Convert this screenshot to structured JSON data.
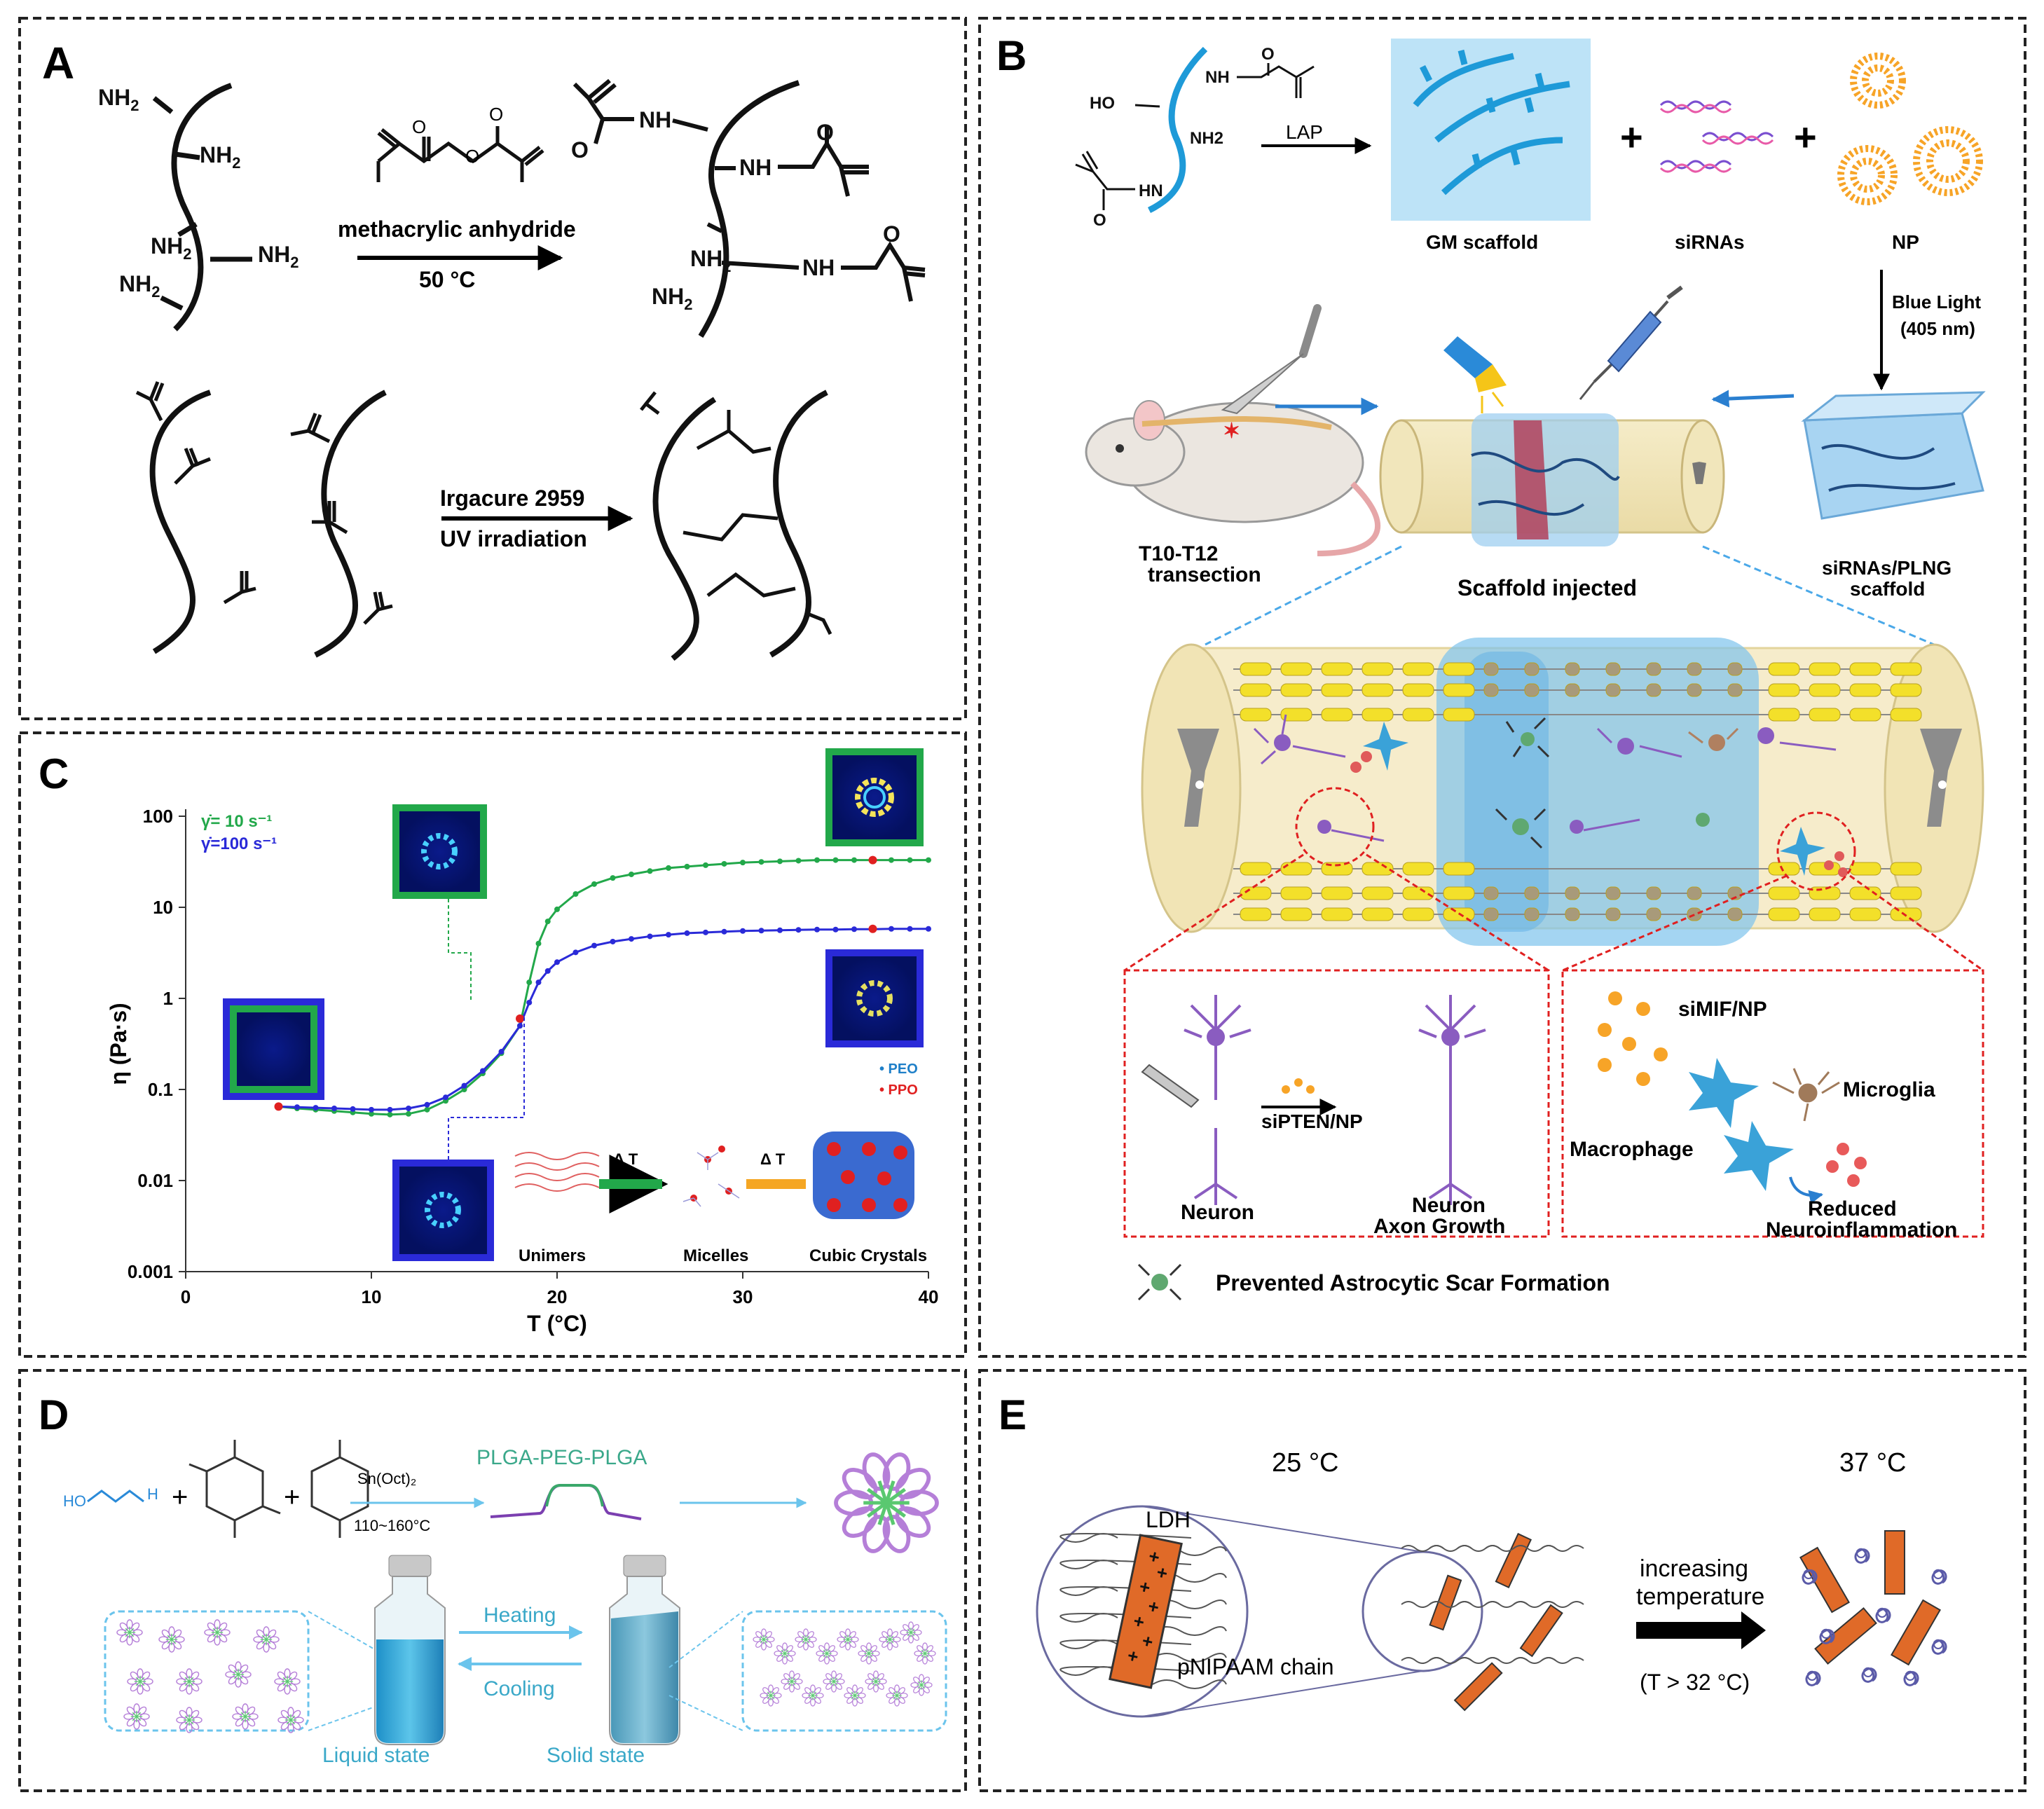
{
  "panels": {
    "A": {
      "label": "A",
      "amine": "NH",
      "sub2": "2",
      "nh": "NH",
      "o": "O",
      "reagent": "methacrylic anhydride",
      "temp": "50 °C",
      "initiator": "Irgacure 2959",
      "irradiation": "UV irradiation"
    },
    "B": {
      "label": "B",
      "ho": "HO",
      "nh": "NH",
      "nh2": "NH2",
      "hn": "HN",
      "o": "O",
      "lap": "LAP",
      "gm": "GM scaffold",
      "sirnas": "siRNAs",
      "np": "NP",
      "blue_light": "Blue Light",
      "wavelength": "(405 nm)",
      "transection_1": "T10-T12",
      "transection_2": "transection",
      "scaffold_injected": "Scaffold injected",
      "plng_1": "siRNAs/PLNG",
      "plng_2": "scaffold",
      "neuron": "Neuron",
      "sipten": "siPTEN/NP",
      "neuron2": "Neuron",
      "axon": "Axon Growth",
      "simif": "siMIF/NP",
      "microglia": "Microglia",
      "macrophage": "Macrophage",
      "reduced": "Reduced",
      "neuroinflammation": "Neuroinflammation",
      "astro": "Prevented Astrocytic Scar Formation"
    },
    "C": {
      "label": "C",
      "unimers": "Unimers",
      "micelles": "Micelles",
      "cubic": "Cubic Crystals",
      "delta_t": "Δ T"
    },
    "D": {
      "label": "D",
      "catalyst": "Sn(Oct)₂",
      "temp": "110~160°C",
      "copolymer": "PLGA-PEG-PLGA",
      "heating": "Heating",
      "cooling": "Cooling",
      "liquid": "Liquid state",
      "solid": "Solid state",
      "peg_ho": "HO",
      "peg_h": "H"
    },
    "E": {
      "label": "E",
      "t25": "25 °C",
      "t37": "37 °C",
      "ldh": "LDH",
      "chain": "pNIPAAM chain",
      "increasing": "increasing",
      "temperature": "temperature",
      "condition": "(T > 32 °C)"
    }
  },
  "chart_data": {
    "type": "line",
    "xlabel": "T (°C)",
    "ylabel": "η (Pa·s)",
    "xlim": [
      0,
      40
    ],
    "ylim": [
      0.001,
      100
    ],
    "y_scale": "log",
    "x_ticks": [
      "0",
      "10",
      "20",
      "30",
      "40"
    ],
    "y_ticks": [
      "0.001",
      "0.01",
      "0.1",
      "1",
      "10",
      "100"
    ],
    "legend_top_left": [
      "γ̇= 10 s⁻¹",
      "γ̇=100 s⁻¹"
    ],
    "legend_bottom_right": [
      "• PEO",
      "• PPO"
    ],
    "colors": {
      "s10": "#22a84a",
      "s100": "#2a2ad8",
      "peo": "#1e7fc8",
      "ppo": "#e02020"
    },
    "x": [
      5,
      6,
      7,
      8,
      9,
      10,
      11,
      12,
      13,
      14,
      15,
      16,
      17,
      18,
      18.5,
      19,
      19.5,
      20,
      21,
      22,
      23,
      24,
      25,
      26,
      27,
      28,
      29,
      30,
      31,
      32,
      33,
      34,
      35,
      36,
      37,
      38,
      39,
      40
    ],
    "series": [
      {
        "name": "γ̇= 10 s⁻¹",
        "values": [
          0.065,
          0.062,
          0.06,
          0.058,
          0.056,
          0.054,
          0.053,
          0.054,
          0.06,
          0.075,
          0.1,
          0.15,
          0.25,
          0.5,
          1.5,
          4,
          7,
          9.5,
          14,
          18,
          21,
          23,
          25,
          27,
          28,
          29,
          30,
          31,
          31.5,
          32,
          32.5,
          33,
          33,
          33,
          33,
          33,
          33,
          33
        ]
      },
      {
        "name": "γ̇=100 s⁻¹",
        "values": [
          0.065,
          0.064,
          0.063,
          0.062,
          0.061,
          0.06,
          0.06,
          0.062,
          0.068,
          0.082,
          0.11,
          0.16,
          0.26,
          0.5,
          0.9,
          1.5,
          2.0,
          2.5,
          3.2,
          3.8,
          4.2,
          4.5,
          4.8,
          5.0,
          5.2,
          5.3,
          5.4,
          5.5,
          5.55,
          5.6,
          5.65,
          5.7,
          5.7,
          5.75,
          5.75,
          5.8,
          5.8,
          5.8
        ]
      }
    ],
    "highlighted_points": [
      {
        "x": 5,
        "y": 0.065
      },
      {
        "x": 18,
        "y": 0.6
      },
      {
        "x": 37,
        "y": 33
      },
      {
        "x": 37,
        "y": 5.8
      }
    ]
  }
}
